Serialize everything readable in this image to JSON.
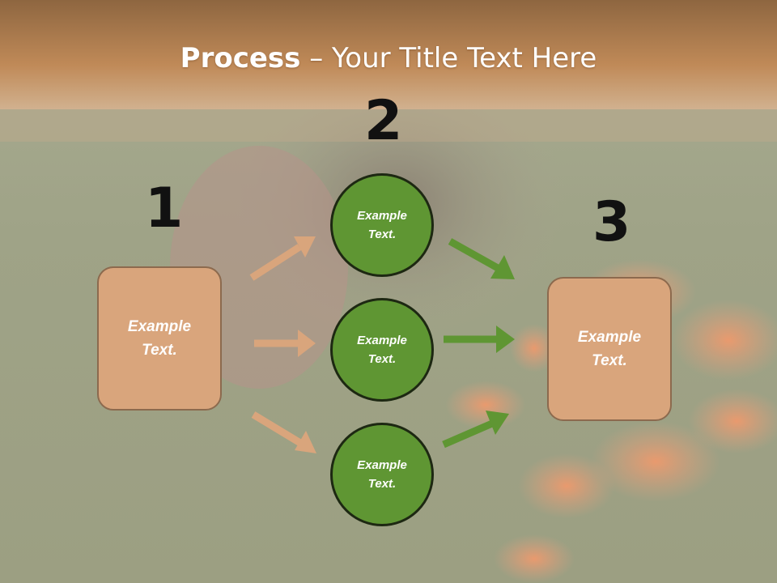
{
  "title": {
    "bold": "Process",
    "dash": " – ",
    "rest": "Your Title Text Here"
  },
  "steps": [
    {
      "number": "1",
      "text": "Example\nText."
    },
    {
      "number": "2",
      "items": [
        "Example\nText.",
        "Example\nText.",
        "Example\nText."
      ]
    },
    {
      "number": "3",
      "text": "Example\nText."
    }
  ],
  "colors": {
    "box_fill": "#d9a57c",
    "box_border": "#8c6a4e",
    "circle_fill": "#5f9633",
    "circle_border": "#1d2812",
    "tan_arrow": "#d9a57c",
    "green_arrow": "#5f9633",
    "header": "#c48a55"
  }
}
